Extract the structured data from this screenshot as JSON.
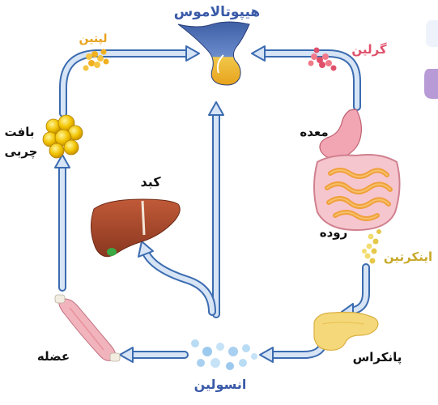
{
  "labels": {
    "hypothalamus": "هیپوتالاموس",
    "leptin": "لپتین",
    "ghrelin": "گرلین",
    "adipose": "بافت\nچربی",
    "stomach": "معده",
    "liver": "کبد",
    "intestine": "روده",
    "incretin": "اینکرتین",
    "pancreas": "پانکراس",
    "muscle": "عضله",
    "insulin": "انسولین"
  },
  "colors": {
    "arrow_fill": "#d6e4f5",
    "arrow_stroke": "#3b6bb0",
    "hypothalamus_label": "#3a5aa8",
    "leptin_label": "#e8a21c",
    "ghrelin_label": "#e0506a",
    "incretin_label": "#c8a92a",
    "insulin_label": "#3a5aa8",
    "fat": "#f2c300",
    "liver": "#a4452a",
    "pancreas": "#f5d87a",
    "stomach": "#f2a6b4",
    "intestine": "#f0a03a"
  }
}
